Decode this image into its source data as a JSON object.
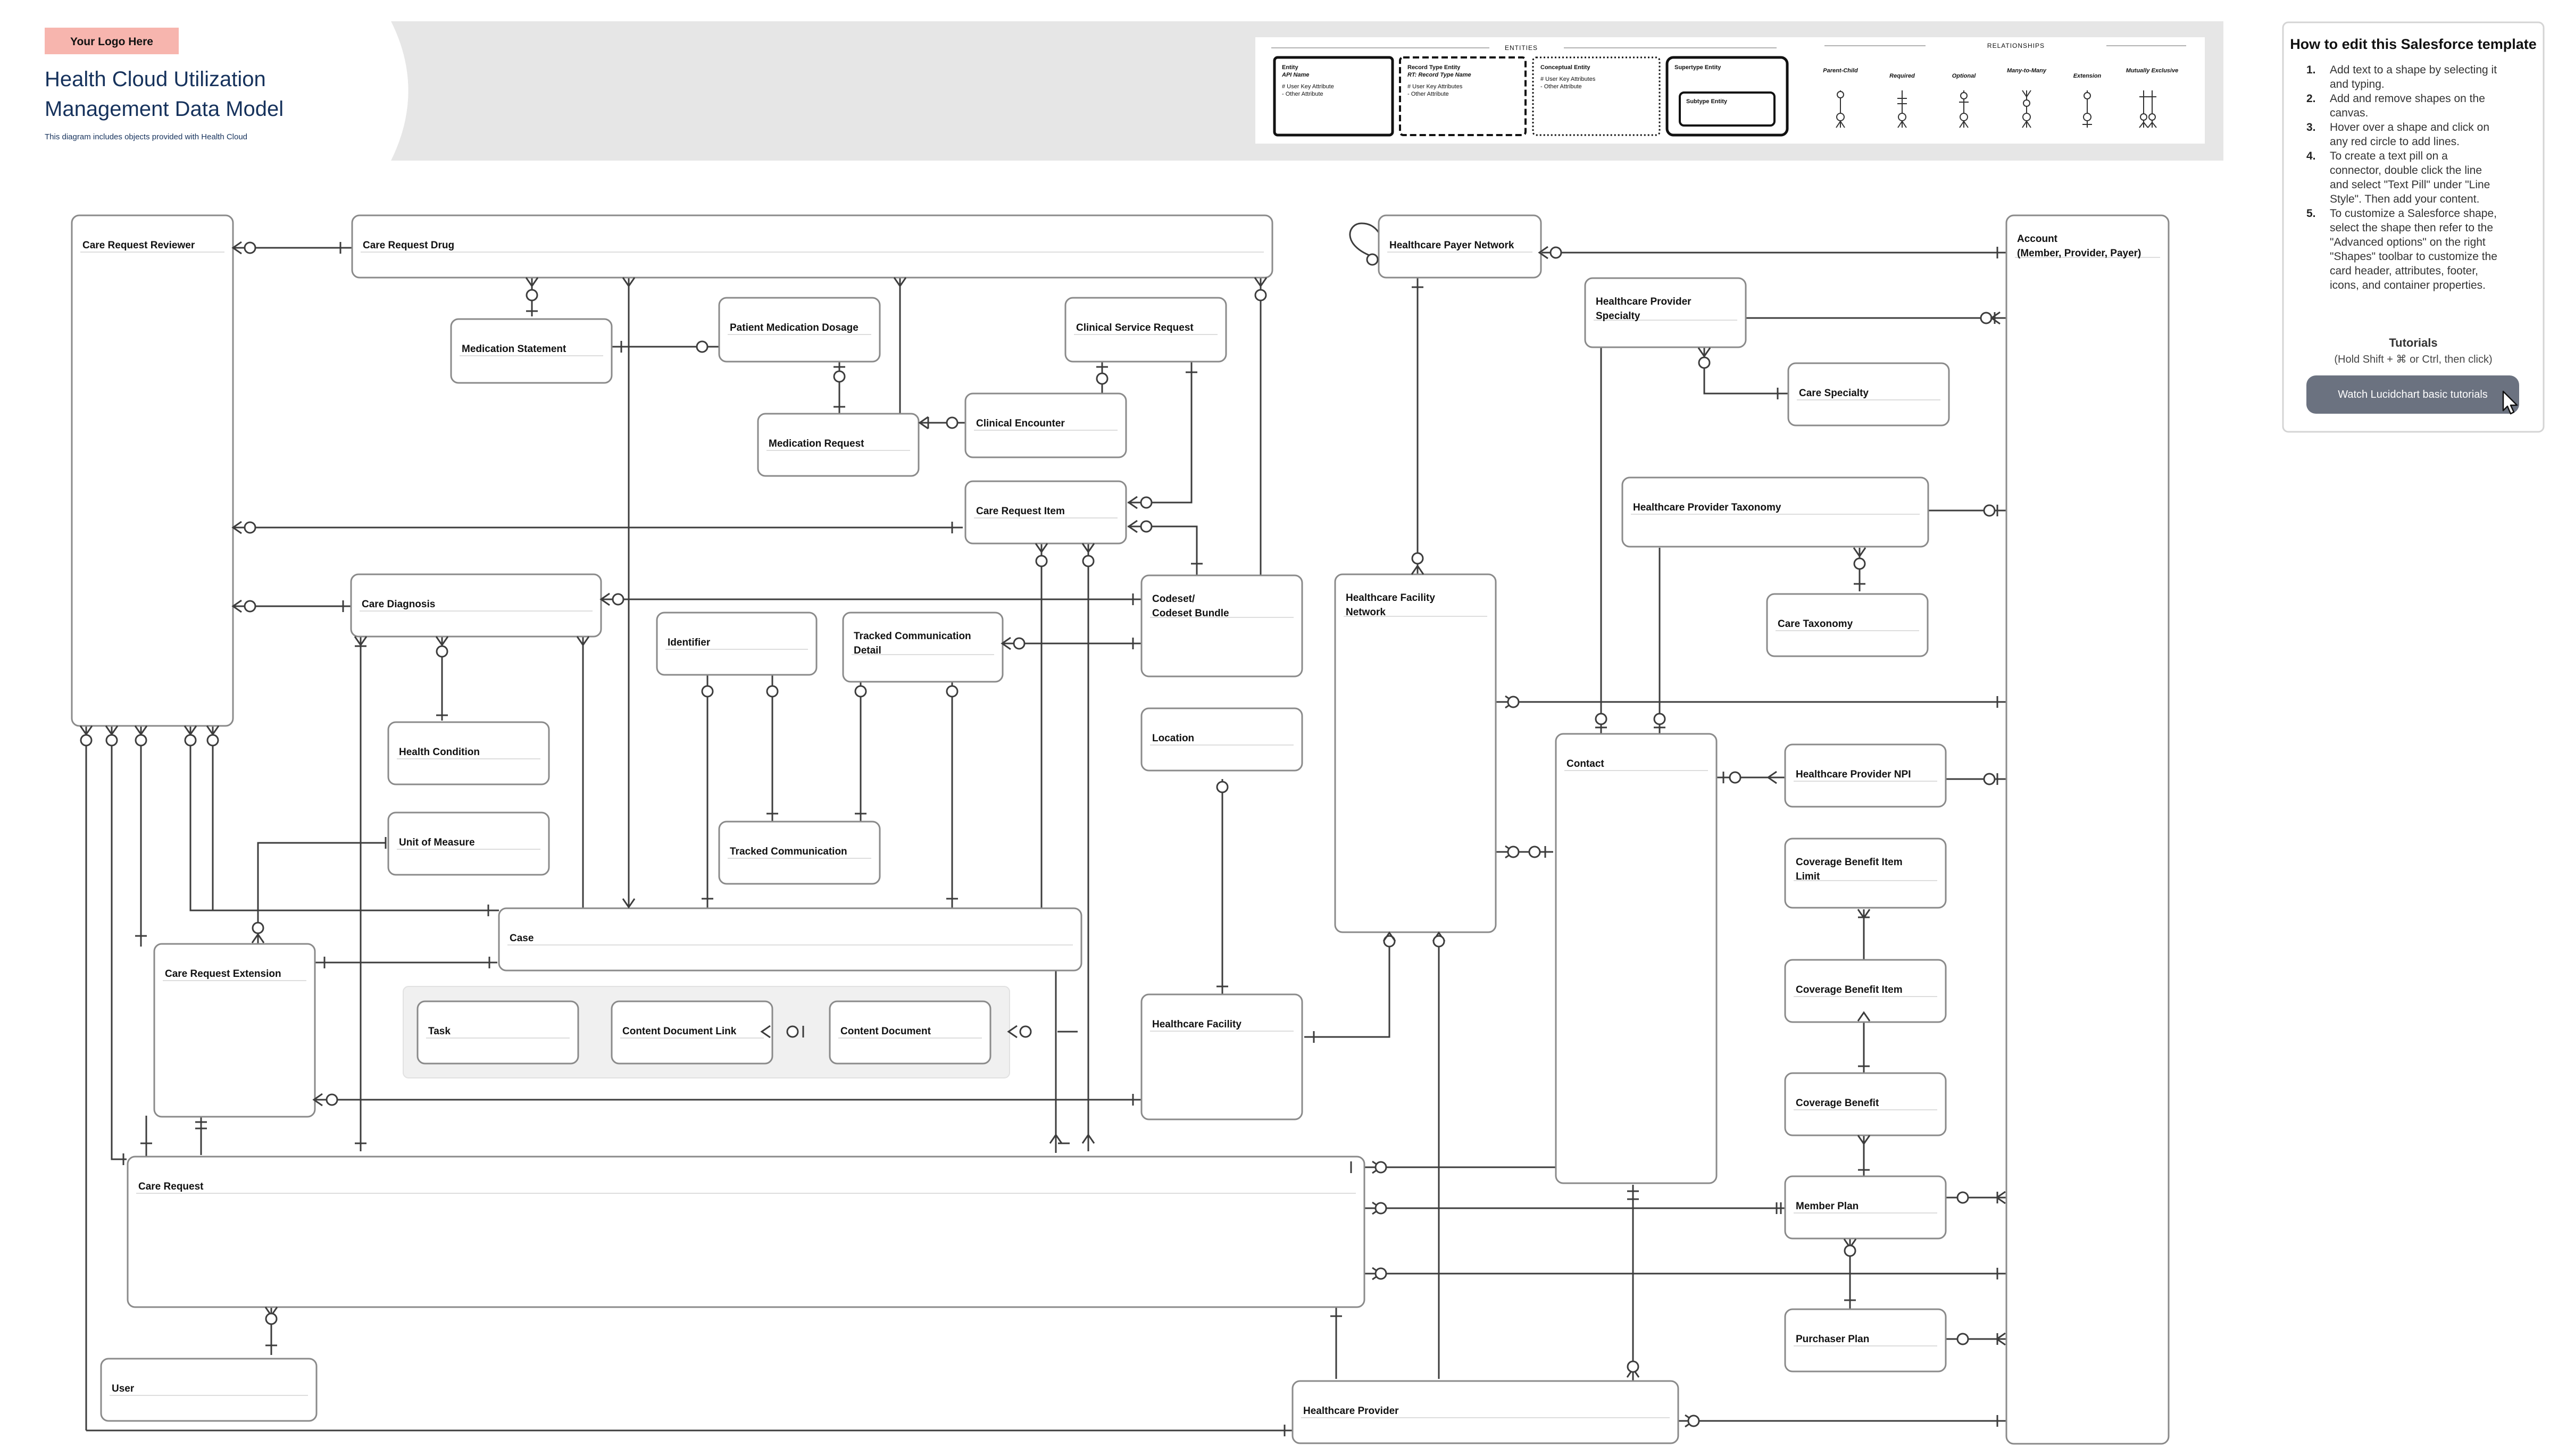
{
  "header": {
    "logo_label": "Your Logo Here",
    "title_line1": "Health Cloud Utilization",
    "title_line2": "Management Data Model",
    "subtitle": "This diagram includes objects provided with Health Cloud"
  },
  "legend": {
    "entities_heading": "ENTITIES",
    "relationships_heading": "RELATIONSHIPS",
    "entity": {
      "title": "Entity",
      "api": "API Name",
      "attr1": "# User Key Attribute",
      "attr2": "- Other Attribute"
    },
    "record_type": {
      "title": "Record Type Entity",
      "api": "RT: Record Type Name",
      "attr1": "# User Key Attributes",
      "attr2": "- Other Attribute"
    },
    "conceptual": {
      "title": "Conceptual Entity",
      "attr1": "# User Key Attributes",
      "attr2": "- Other Attribute"
    },
    "supertype": {
      "title": "Supertype Entity",
      "subtype": "Subtype Entity"
    },
    "relationships": [
      "Parent-Child",
      "Required",
      "Optional",
      "Many-to-Many",
      "Extension",
      "Mutually Exclusive"
    ]
  },
  "help": {
    "title": "How to edit this Salesforce template",
    "steps": [
      [
        "1.",
        "Add text to a shape by selecting it"
      ],
      [
        "",
        "and typing."
      ],
      [
        "2.",
        "Add and remove shapes on the"
      ],
      [
        "",
        "canvas."
      ],
      [
        "3.",
        "Hover over a shape and click on"
      ],
      [
        "",
        "any red circle to add lines."
      ],
      [
        "4.",
        "To create a text pill on a"
      ],
      [
        "",
        "connector, double click the line"
      ],
      [
        "",
        "and select \"Text Pill\" under \"Line"
      ],
      [
        "",
        "Style\". Then add your content."
      ],
      [
        "5.",
        "To customize a Salesforce shape,"
      ],
      [
        "",
        "select the shape then refer to the"
      ],
      [
        "",
        "\"Advanced options\" on the right"
      ],
      [
        "",
        "\"Shapes\" toolbar to customize the"
      ],
      [
        "",
        "card header, attributes, footer,"
      ],
      [
        "",
        "icons, and container properties."
      ]
    ],
    "tutorials_title": "Tutorials",
    "tutorials_hint": "(Hold Shift + ⌘ or Ctrl, then click)",
    "tutorials_button": "Watch Lucidchart basic tutorials"
  },
  "entities": {
    "care_request_reviewer": "Care Request Reviewer",
    "care_request_drug": "Care Request Drug",
    "medication_statement": "Medication Statement",
    "patient_medication_dosage": "Patient Medication Dosage",
    "medication_request": "Medication Request",
    "clinical_service_request": "Clinical Service Request",
    "clinical_encounter": "Clinical Encounter",
    "care_request_item": "Care Request Item",
    "care_diagnosis": "Care Diagnosis",
    "identifier": "Identifier",
    "tracked_communication_detail_1": "Tracked Communication",
    "tracked_communication_detail_2": "Detail",
    "codeset_1": "Codeset/",
    "codeset_2": "Codeset Bundle",
    "health_condition": "Health Condition",
    "unit_of_measure": "Unit of Measure",
    "tracked_communication": "Tracked Communication",
    "location": "Location",
    "case": "Case",
    "care_request_extension": "Care Request Extension",
    "task": "Task",
    "content_document_link": "Content Document Link",
    "content_document": "Content Document",
    "healthcare_facility": "Healthcare Facility",
    "care_request": "Care Request",
    "user": "User",
    "healthcare_provider": "Healthcare Provider",
    "healthcare_payer_network": "Healthcare Payer Network",
    "healthcare_facility_network_1": "Healthcare Facility",
    "healthcare_facility_network_2": "Network",
    "healthcare_provider_specialty_1": "Healthcare Provider",
    "healthcare_provider_specialty_2": "Specialty",
    "care_specialty": "Care Specialty",
    "healthcare_provider_taxonomy": "Healthcare Provider Taxonomy",
    "care_taxonomy": "Care Taxonomy",
    "contact": "Contact",
    "healthcare_provider_npi": "Healthcare Provider NPI",
    "coverage_benefit_item_limit_1": "Coverage Benefit Item",
    "coverage_benefit_item_limit_2": "Limit",
    "coverage_benefit_item": "Coverage Benefit Item",
    "coverage_benefit": "Coverage Benefit",
    "member_plan": "Member Plan",
    "purchaser_plan": "Purchaser Plan",
    "account_1": "Account",
    "account_2": "(Member, Provider, Payer)"
  }
}
